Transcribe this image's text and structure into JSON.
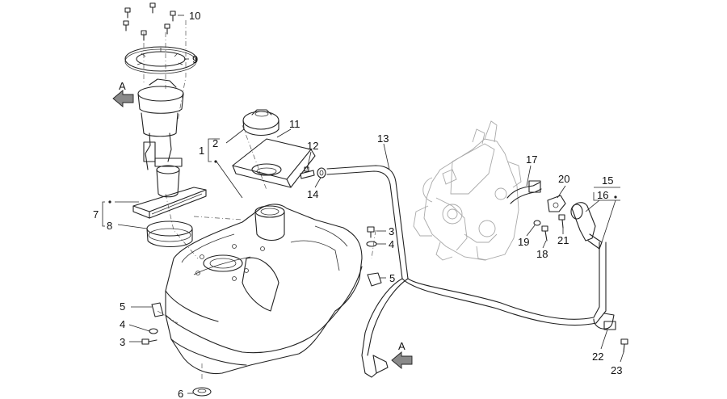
{
  "diagram": {
    "callouts": [
      {
        "id": "c10",
        "text": "10"
      },
      {
        "id": "c9",
        "text": "9"
      },
      {
        "id": "c11",
        "text": "11"
      },
      {
        "id": "c2",
        "text": "2"
      },
      {
        "id": "c1",
        "text": "1"
      },
      {
        "id": "c12",
        "text": "12"
      },
      {
        "id": "c13",
        "text": "13"
      },
      {
        "id": "c14",
        "text": "14"
      },
      {
        "id": "c7",
        "text": "7"
      },
      {
        "id": "c8",
        "text": "8"
      },
      {
        "id": "c3a",
        "text": "3"
      },
      {
        "id": "c4a",
        "text": "4"
      },
      {
        "id": "c5a",
        "text": "5"
      },
      {
        "id": "c5b",
        "text": "5"
      },
      {
        "id": "c4b",
        "text": "4"
      },
      {
        "id": "c3b",
        "text": "3"
      },
      {
        "id": "c6",
        "text": "6"
      },
      {
        "id": "c17",
        "text": "17"
      },
      {
        "id": "c20",
        "text": "20"
      },
      {
        "id": "c15",
        "text": "15"
      },
      {
        "id": "c16",
        "text": "16"
      },
      {
        "id": "c19",
        "text": "19"
      },
      {
        "id": "c21",
        "text": "21"
      },
      {
        "id": "c18",
        "text": "18"
      },
      {
        "id": "c22",
        "text": "22"
      },
      {
        "id": "c23",
        "text": "23"
      }
    ],
    "arrow_label_top": "A",
    "arrow_label_bottom": "A"
  }
}
